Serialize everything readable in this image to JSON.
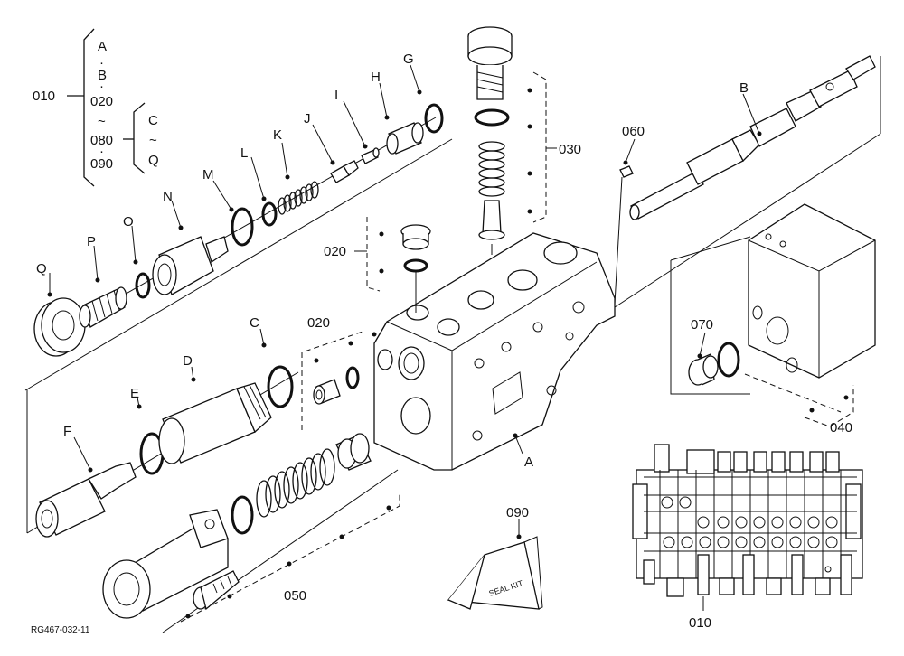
{
  "diagram": {
    "figure_code": "RG467-032-11",
    "assembly_label": "010",
    "kit_contents": {
      "first_column": [
        "A",
        "B",
        "020",
        "~",
        "080",
        "090"
      ],
      "second_column": [
        "C",
        "~",
        "Q"
      ],
      "separator": "·"
    },
    "callouts": {
      "A": "A",
      "B": "B",
      "C": "C",
      "D": "D",
      "E": "E",
      "F": "F",
      "G": "G",
      "H": "H",
      "I": "I",
      "J": "J",
      "K": "K",
      "L": "L",
      "M": "M",
      "N": "N",
      "O": "O",
      "P": "P",
      "Q": "Q",
      "c020_top": "020",
      "c020_mid": "020",
      "c030": "030",
      "c040": "040",
      "c050": "050",
      "c060": "060",
      "c070": "070",
      "c090": "090",
      "c010_bottom": "010"
    },
    "seal_kit_text": "SEAL KIT"
  }
}
